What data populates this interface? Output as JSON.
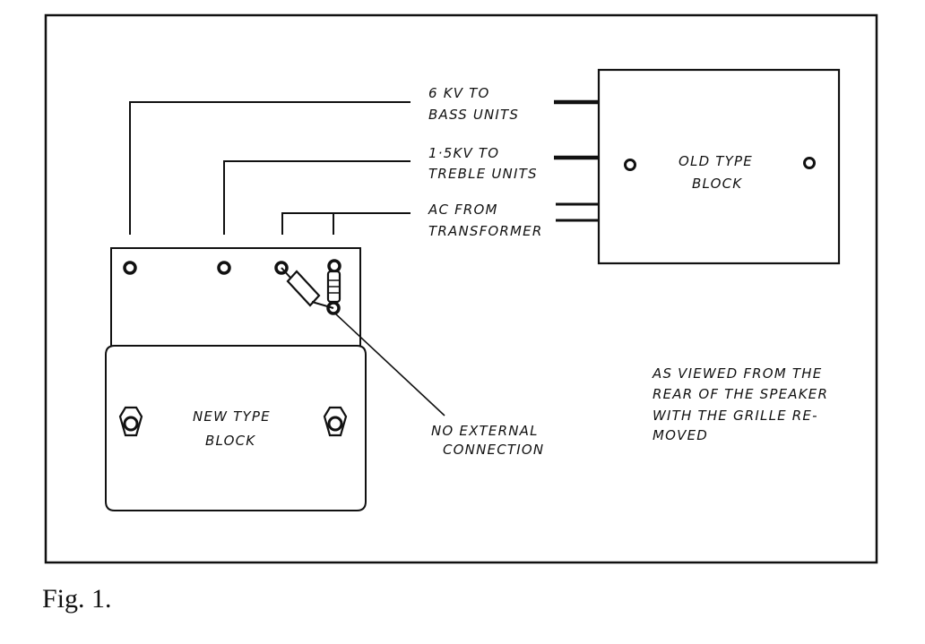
{
  "figure": {
    "caption": "Fig. 1."
  },
  "labels": {
    "bass_line1": "6 KV TO",
    "bass_line2": "BASS UNITS",
    "treble_line1": "1·5KV TO",
    "treble_line2": "TREBLE UNITS",
    "ac_line1": "AC FROM",
    "ac_line2": "TRANSFORMER",
    "old_block_line1": "OLD TYPE",
    "old_block_line2": "BLOCK",
    "new_block_line1": "NEW TYPE",
    "new_block_line2": "BLOCK",
    "no_ext_line1": "NO EXTERNAL",
    "no_ext_line2": "CONNECTION",
    "view_note_line1": "AS VIEWED FROM THE",
    "view_note_line2": "REAR OF THE SPEAKER",
    "view_note_line3": "WITH THE GRILLE   RE-",
    "view_note_line4": "MOVED"
  }
}
